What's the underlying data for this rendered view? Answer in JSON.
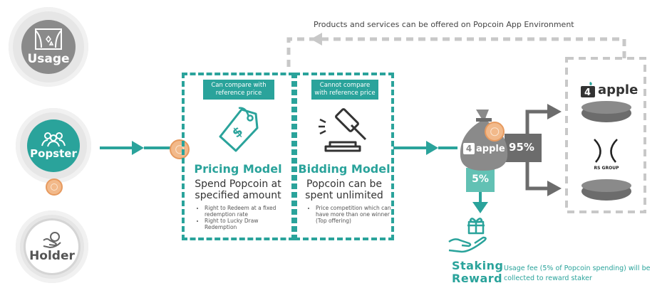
{
  "top_note": "Products and services can be offered on Popcoin App Environment",
  "circles": {
    "usage": {
      "label": "Usage",
      "icon": "stage-curtain-icon"
    },
    "popster": {
      "label": "Popster",
      "icon": "people-group-icon"
    },
    "holder": {
      "label": "Holder",
      "icon": "hand-coin-icon"
    }
  },
  "pricing": {
    "tag": "Can compare with reference price",
    "title": "Pricing Model",
    "subtitle_line1": "Spend Popcoin at",
    "subtitle_line2": "specified amount",
    "bullets": [
      "Right to Redeem at a fixed redemption rate",
      "Right to Lucky Draw Redemption"
    ]
  },
  "bidding": {
    "tag": "Cannot compare with reference price",
    "title": "Bidding Model",
    "subtitle_line1": "Popcoin can be",
    "subtitle_line2": "spent unlimited",
    "bullets": [
      "Price competition which can have more than one winner (Top offering)"
    ]
  },
  "split": {
    "bag_label": "4apple",
    "major": "95%",
    "minor": "5%"
  },
  "partners": {
    "top_logo": "apple",
    "bottom_logo": "RS GROUP"
  },
  "staking": {
    "title_line1": "Staking",
    "title_line2": "Reward",
    "note_line1": "Usage fee (5% of Popcoin spending) will be",
    "note_line2": "collected to reward staker"
  },
  "colors": {
    "teal": "#2aa39b",
    "coin": "#f2b98a",
    "grey": "#7a7a7a",
    "dashed_grey": "#c8c8c8"
  }
}
